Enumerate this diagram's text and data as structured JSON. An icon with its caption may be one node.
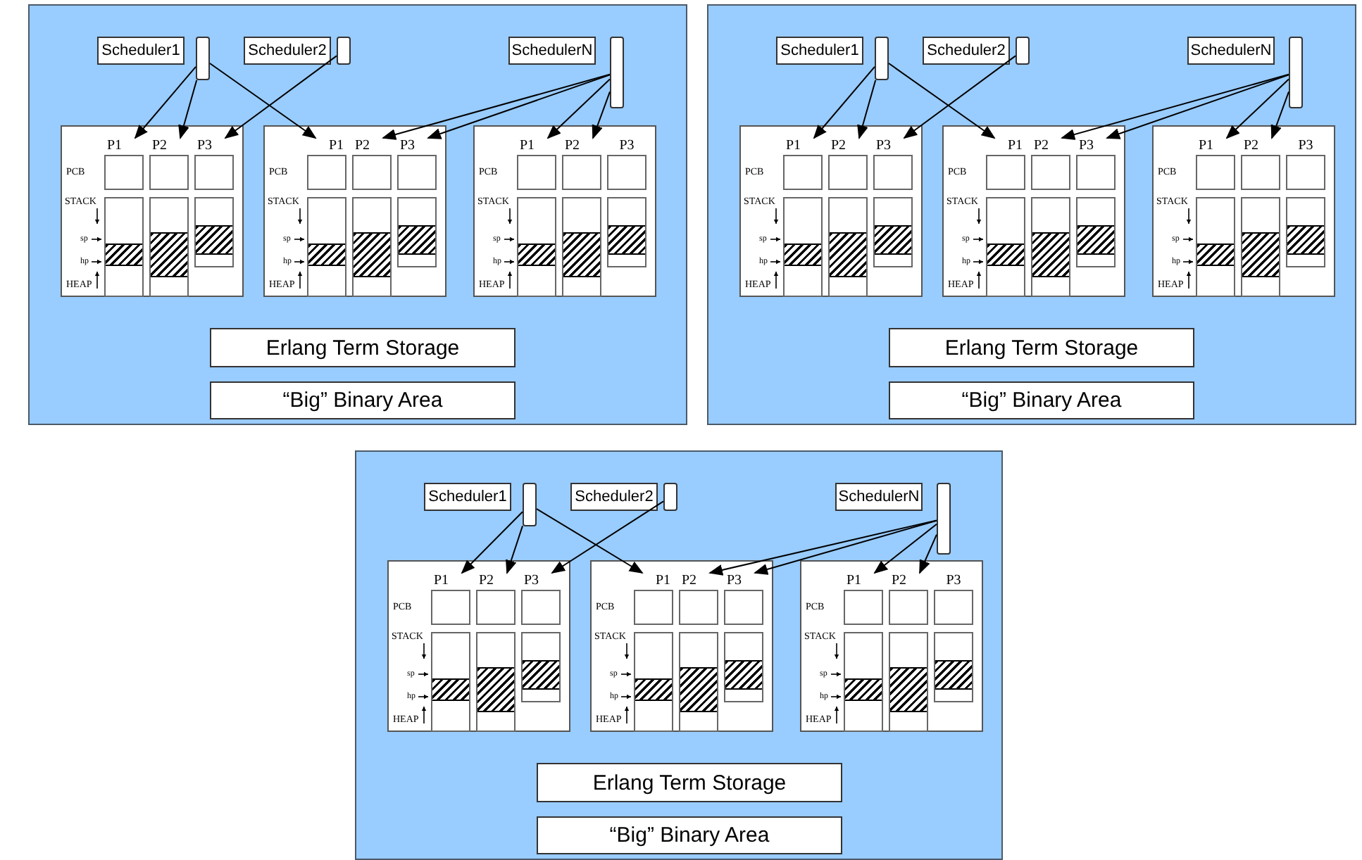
{
  "diagram": {
    "nodes": [
      {
        "text": [],
        "shape": "box"
      },
      {
        "text": [
          "Scheduler1"
        ],
        "in": 0
      },
      {
        "text": [],
        "shape": "bar",
        "in": 0
      },
      {
        "text": [
          "Scheduler2"
        ],
        "in": 0
      },
      {
        "text": [],
        "shape": "bar",
        "in": 0
      },
      {
        "text": [
          "SchedulerN"
        ],
        "in": 0
      },
      {
        "text": [],
        "shape": "bar",
        "in": 0
      },
      {
        "text": [],
        "shape": "box",
        "in": 0
      },
      {
        "text": [
          "P1"
        ],
        "in": 7
      },
      {
        "text": [
          "P2"
        ],
        "in": 7
      },
      {
        "text": [
          "P3"
        ],
        "in": 7
      },
      {
        "text": [],
        "shape": "box",
        "in": 7
      },
      {
        "text": [],
        "shape": "box",
        "in": 7
      },
      {
        "text": [],
        "shape": "box",
        "in": 7
      },
      {
        "text": [],
        "shape": "box",
        "in": 0
      },
      {
        "text": [
          "P1"
        ],
        "in": 14
      },
      {
        "text": [
          "P2"
        ],
        "in": 14
      },
      {
        "text": [
          "P3"
        ],
        "in": 14
      },
      {
        "text": [],
        "shape": "box",
        "in": 14
      },
      {
        "text": [],
        "shape": "box",
        "in": 14
      },
      {
        "text": [],
        "shape": "box",
        "in": 14
      },
      {
        "text": [],
        "shape": "box",
        "in": 0
      },
      {
        "text": [
          "P1"
        ],
        "in": 21
      },
      {
        "text": [
          "P2"
        ],
        "in": 21
      },
      {
        "text": [
          "P3"
        ],
        "in": 21
      },
      {
        "text": [],
        "shape": "box",
        "in": 21
      },
      {
        "text": [],
        "shape": "box",
        "in": 21
      },
      {
        "text": [],
        "shape": "box",
        "in": 21
      },
      {
        "text": [
          "Erlang Term Storage"
        ],
        "in": 0
      },
      {
        "text": [
          "“Big” Binary Area"
        ],
        "in": 0
      },
      {
        "text": [],
        "shape": "box"
      },
      {
        "text": [
          "Scheduler1"
        ],
        "in": 30
      },
      {
        "text": [],
        "shape": "bar",
        "in": 30
      },
      {
        "text": [
          "Scheduler2"
        ],
        "in": 30
      },
      {
        "text": [],
        "shape": "bar",
        "in": 30
      },
      {
        "text": [
          "SchedulerN"
        ],
        "in": 30
      },
      {
        "text": [],
        "shape": "bar",
        "in": 30
      },
      {
        "text": [],
        "shape": "box",
        "in": 30
      },
      {
        "text": [
          "P1"
        ],
        "in": 37
      },
      {
        "text": [
          "P2"
        ],
        "in": 37
      },
      {
        "text": [
          "P3"
        ],
        "in": 37
      },
      {
        "text": [],
        "shape": "box",
        "in": 37
      },
      {
        "text": [],
        "shape": "box",
        "in": 37
      },
      {
        "text": [],
        "shape": "box",
        "in": 37
      },
      {
        "text": [],
        "shape": "box",
        "in": 30
      },
      {
        "text": [
          "P1"
        ],
        "in": 44
      },
      {
        "text": [
          "P2"
        ],
        "in": 44
      },
      {
        "text": [
          "P3"
        ],
        "in": 44
      },
      {
        "text": [],
        "shape": "box",
        "in": 44
      },
      {
        "text": [],
        "shape": "box",
        "in": 44
      },
      {
        "text": [],
        "shape": "box",
        "in": 44
      },
      {
        "text": [],
        "shape": "box",
        "in": 30
      },
      {
        "text": [
          "P1"
        ],
        "in": 51
      },
      {
        "text": [
          "P2"
        ],
        "in": 51
      },
      {
        "text": [
          "P3"
        ],
        "in": 51
      },
      {
        "text": [],
        "shape": "box",
        "in": 51
      },
      {
        "text": [],
        "shape": "box",
        "in": 51
      },
      {
        "text": [],
        "shape": "box",
        "in": 51
      },
      {
        "text": [
          "Erlang Term Storage"
        ],
        "in": 30
      },
      {
        "text": [
          "“Big” Binary Area"
        ],
        "in": 30
      },
      {
        "text": [],
        "shape": "box"
      },
      {
        "text": [
          "Scheduler1"
        ],
        "in": 60
      },
      {
        "text": [],
        "shape": "bar",
        "in": 60
      },
      {
        "text": [
          "Scheduler2"
        ],
        "in": 60
      },
      {
        "text": [],
        "shape": "bar",
        "in": 60
      },
      {
        "text": [
          "SchedulerN"
        ],
        "in": 60
      },
      {
        "text": [],
        "shape": "bar",
        "in": 60
      },
      {
        "text": [],
        "shape": "box",
        "in": 60
      },
      {
        "text": [
          "P1"
        ],
        "in": 67
      },
      {
        "text": [
          "P2"
        ],
        "in": 67
      },
      {
        "text": [
          "P3"
        ],
        "in": 67
      },
      {
        "text": [],
        "shape": "box",
        "in": 67
      },
      {
        "text": [],
        "shape": "box",
        "in": 67
      },
      {
        "text": [],
        "shape": "box",
        "in": 67
      },
      {
        "text": [],
        "shape": "box",
        "in": 60
      },
      {
        "text": [
          "P1"
        ],
        "in": 74
      },
      {
        "text": [
          "P2"
        ],
        "in": 74
      },
      {
        "text": [
          "P3"
        ],
        "in": 74
      },
      {
        "text": [],
        "shape": "box",
        "in": 74
      },
      {
        "text": [],
        "shape": "box",
        "in": 74
      },
      {
        "text": [],
        "shape": "box",
        "in": 74
      },
      {
        "text": [],
        "shape": "box",
        "in": 60
      },
      {
        "text": [
          "P1"
        ],
        "in": 81
      },
      {
        "text": [
          "P2"
        ],
        "in": 81
      },
      {
        "text": [
          "P3"
        ],
        "in": 81
      },
      {
        "text": [],
        "shape": "box",
        "in": 81
      },
      {
        "text": [],
        "shape": "box",
        "in": 81
      },
      {
        "text": [],
        "shape": "box",
        "in": 81
      },
      {
        "text": [
          "Erlang Term Storage"
        ],
        "in": 60
      },
      {
        "text": [
          "“Big” Binary Area"
        ],
        "in": 60
      }
    ],
    "edges": [
      {
        "from": 2,
        "to": 8,
        "arrow": "to"
      },
      {
        "from": 2,
        "to": 9,
        "arrow": "to"
      },
      {
        "from": 2,
        "to": 15,
        "arrow": "to"
      },
      {
        "from": 4,
        "to": 10,
        "arrow": "to"
      },
      {
        "from": 6,
        "to": 22,
        "arrow": "to"
      },
      {
        "from": 6,
        "to": 23,
        "arrow": "to"
      },
      {
        "from": 6,
        "to": 16,
        "arrow": "to"
      },
      {
        "from": 6,
        "to": 17,
        "arrow": "to"
      },
      {
        "from": 32,
        "to": 38,
        "arrow": "to"
      },
      {
        "from": 32,
        "to": 39,
        "arrow": "to"
      },
      {
        "from": 32,
        "to": 45,
        "arrow": "to"
      },
      {
        "from": 34,
        "to": 40,
        "arrow": "to"
      },
      {
        "from": 36,
        "to": 52,
        "arrow": "to"
      },
      {
        "from": 36,
        "to": 53,
        "arrow": "to"
      },
      {
        "from": 36,
        "to": 46,
        "arrow": "to"
      },
      {
        "from": 36,
        "to": 47,
        "arrow": "to"
      },
      {
        "from": 62,
        "to": 68,
        "arrow": "to"
      },
      {
        "from": 62,
        "to": 69,
        "arrow": "to"
      },
      {
        "from": 62,
        "to": 75,
        "arrow": "to"
      },
      {
        "from": 64,
        "to": 70,
        "arrow": "to"
      },
      {
        "from": 66,
        "to": 82,
        "arrow": "to"
      },
      {
        "from": 66,
        "to": 83,
        "arrow": "to"
      },
      {
        "from": 66,
        "to": 76,
        "arrow": "to"
      },
      {
        "from": 66,
        "to": 77,
        "arrow": "to"
      }
    ],
    "labels": [
      "PCB",
      "STACK",
      "sp",
      "hp",
      "HEAP",
      "PCB",
      "STACK",
      "sp",
      "hp",
      "HEAP",
      "PCB",
      "STACK",
      "sp",
      "hp",
      "HEAP",
      "PCB",
      "STACK",
      "sp",
      "hp",
      "HEAP",
      "PCB",
      "STACK",
      "sp",
      "hp",
      "HEAP",
      "PCB",
      "STACK",
      "sp",
      "hp",
      "HEAP",
      "PCB",
      "STACK",
      "sp",
      "hp",
      "HEAP",
      "PCB",
      "STACK",
      "sp",
      "hp",
      "HEAP",
      "PCB",
      "STACK",
      "sp",
      "hp",
      "HEAP"
    ]
  }
}
